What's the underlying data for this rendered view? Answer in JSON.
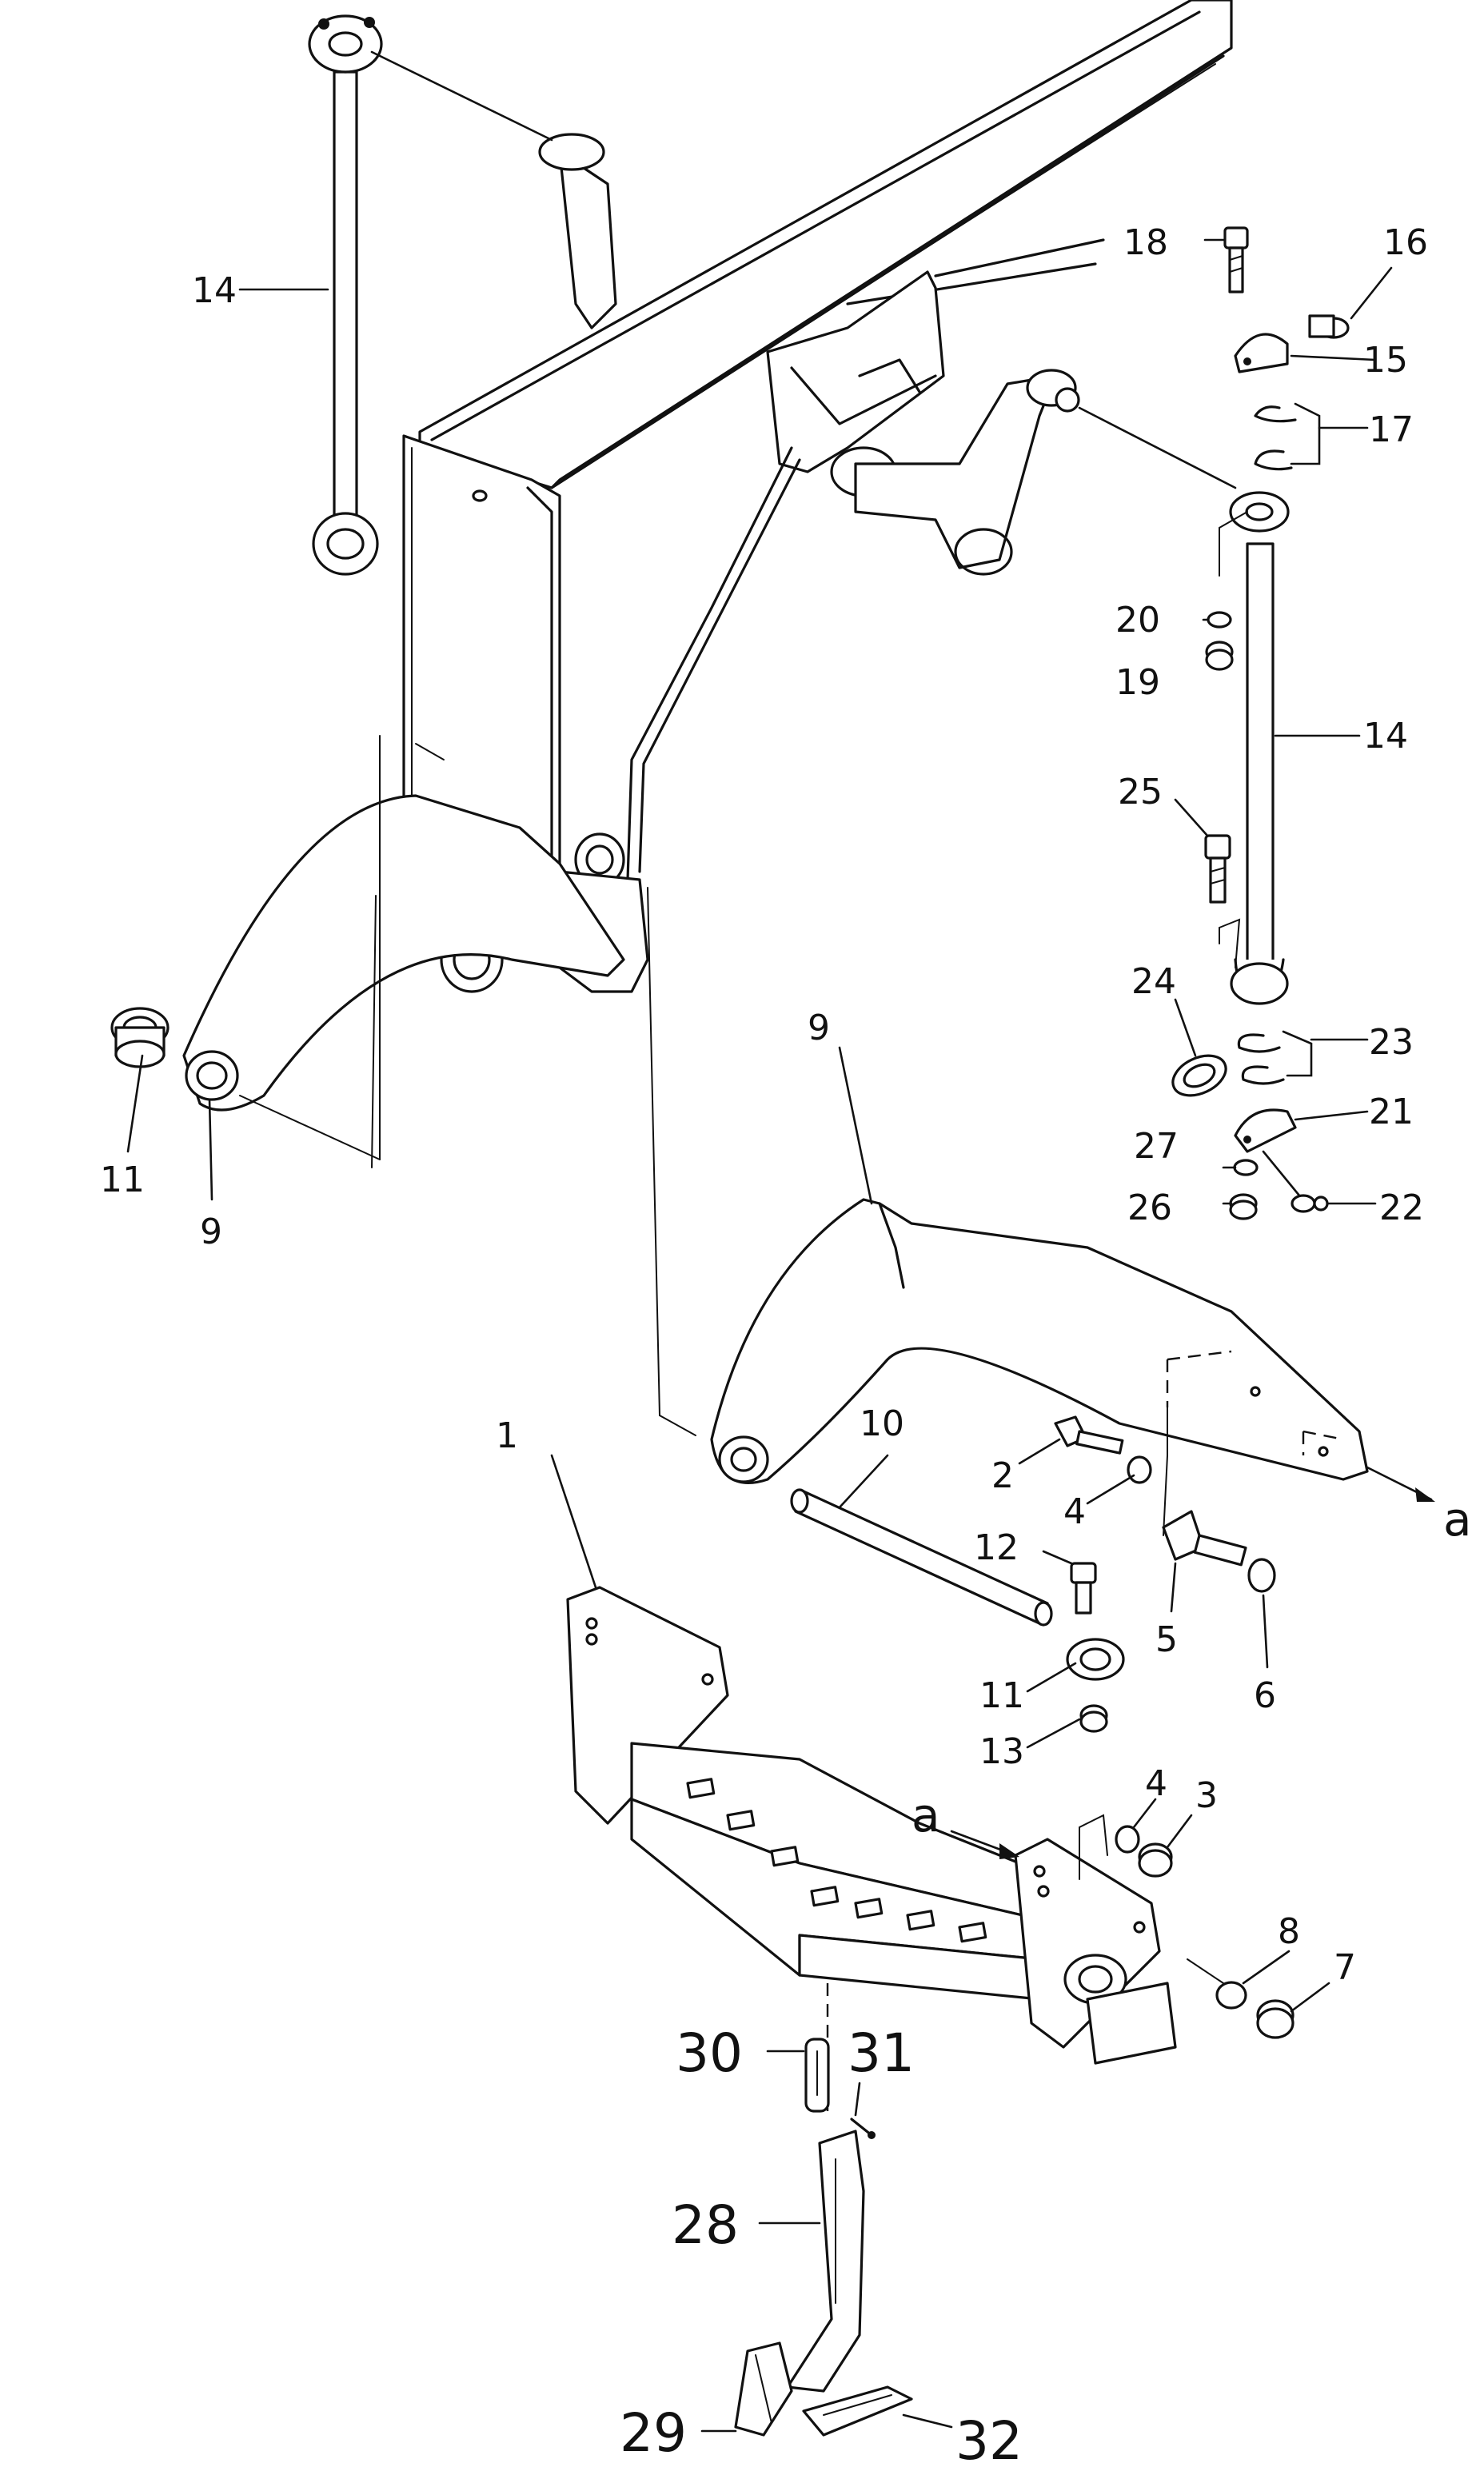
{
  "callouts": {
    "c1": "1",
    "c2": "2",
    "c3": "3",
    "c4a": "4",
    "c4b": "4",
    "c5": "5",
    "c6": "6",
    "c7": "7",
    "c8": "8",
    "c9a": "9",
    "c9b": "9",
    "c10": "10",
    "c11a": "11",
    "c11b": "11",
    "c12": "12",
    "c13": "13",
    "c14a": "14",
    "c14b": "14",
    "c15": "15",
    "c16": "16",
    "c17": "17",
    "c18": "18",
    "c19": "19",
    "c20": "20",
    "c21": "21",
    "c22": "22",
    "c23": "23",
    "c24": "24",
    "c25": "25",
    "c26": "26",
    "c27": "27",
    "c28": "28",
    "c29": "29",
    "c30": "30",
    "c31": "31",
    "c32": "32"
  },
  "refs": {
    "a_right": "a",
    "a_left": "a"
  }
}
